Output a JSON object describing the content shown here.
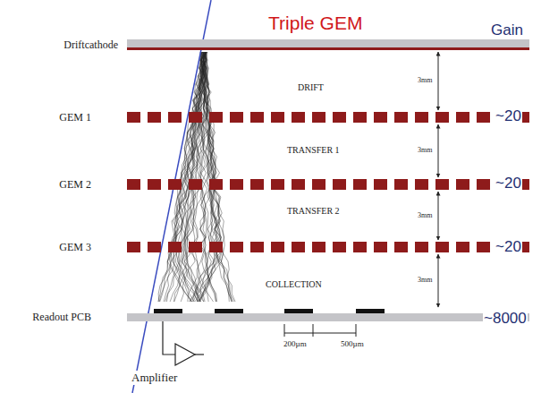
{
  "diagram": {
    "title": "Triple GEM",
    "nodes": [
      {
        "text": [
          "Driftcathode"
        ]
      },
      {
        "text": [
          "GEM 1"
        ]
      },
      {
        "text": [
          "GEM 2"
        ]
      },
      {
        "text": [
          "GEM 3"
        ]
      },
      {
        "text": [
          "Readout PCB"
        ]
      }
    ],
    "labels": [
      "Gain",
      "DRIFT",
      "~20",
      "TRANSFER 1",
      "~20",
      "TRANSFER 2",
      "~20",
      "COLLECTION",
      "~8000",
      "3mm",
      "3mm",
      "3mm",
      "3mm",
      "200µm",
      "500µm",
      "Amplifier"
    ]
  }
}
